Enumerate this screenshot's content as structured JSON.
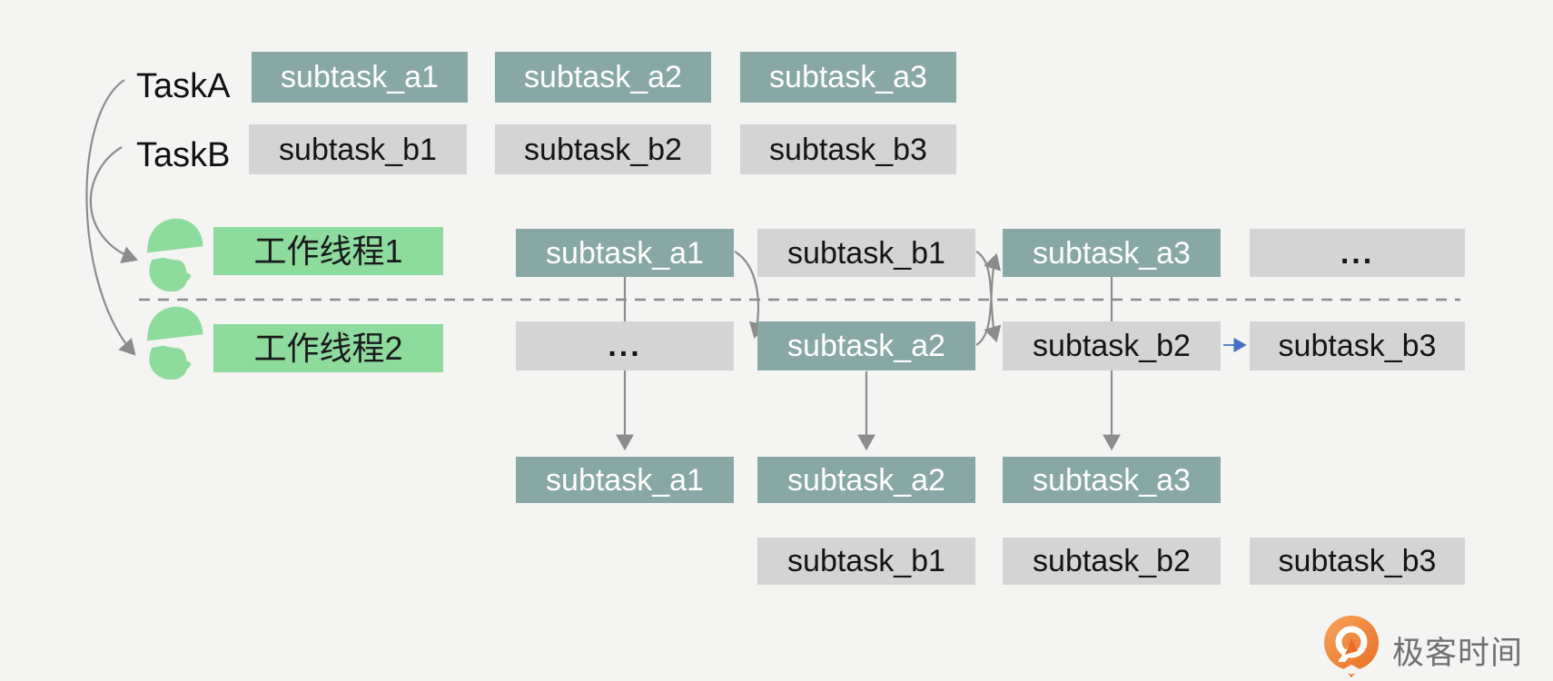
{
  "colors": {
    "background": "#f4f5f2",
    "teal_box": "#87a8a5",
    "gray_box": "#d4d4d4",
    "green_box": "#8edb9e",
    "arrow_gray": "#8c8c8c",
    "arrow_blue": "#4472c4",
    "logo_orange": "#ed7d31",
    "logo_text_gray": "#6f7073"
  },
  "task_labels": {
    "taska": "TaskA",
    "taskb": "TaskB"
  },
  "task_rows": {
    "taska_subtasks": [
      "subtask_a1",
      "subtask_a2",
      "subtask_a3"
    ],
    "taskb_subtasks": [
      "subtask_b1",
      "subtask_b2",
      "subtask_b3"
    ]
  },
  "workers": [
    {
      "label": "工作线程1",
      "icon": "construction-worker-icon"
    },
    {
      "label": "工作线程2",
      "icon": "construction-worker-icon"
    }
  ],
  "timeline": {
    "thread1_row": [
      {
        "label": "subtask_a1",
        "style": "teal"
      },
      {
        "label": "subtask_b1",
        "style": "gray"
      },
      {
        "label": "subtask_a3",
        "style": "teal"
      },
      {
        "label": "...",
        "style": "gray"
      }
    ],
    "thread2_row": [
      {
        "label": "...",
        "style": "gray"
      },
      {
        "label": "subtask_a2",
        "style": "teal"
      },
      {
        "label": "subtask_b2",
        "style": "gray"
      },
      {
        "label": "subtask_b3",
        "style": "gray"
      }
    ]
  },
  "results": {
    "taska_row": [
      "subtask_a1",
      "subtask_a2",
      "subtask_a3"
    ],
    "taskb_row": [
      "subtask_b1",
      "subtask_b2",
      "subtask_b3"
    ]
  },
  "logo": {
    "text": "极客时间"
  }
}
